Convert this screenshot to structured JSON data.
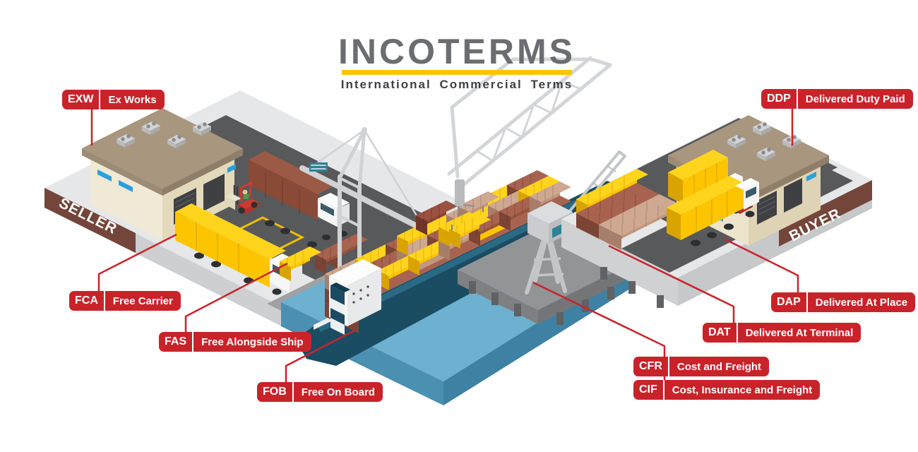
{
  "title": {
    "main": "INCOTERMS",
    "subtitle": "International Commercial Terms"
  },
  "banners": {
    "seller": "SELLER",
    "buyer": "BUYER"
  },
  "terms": [
    {
      "code": "EXW",
      "name": "Ex Works"
    },
    {
      "code": "FCA",
      "name": "Free Carrier"
    },
    {
      "code": "FAS",
      "name": "Free Alongside Ship"
    },
    {
      "code": "FOB",
      "name": "Free On Board"
    },
    {
      "code": "CFR",
      "name": "Cost and Freight"
    },
    {
      "code": "CIF",
      "name": "Cost, Insurance and Freight"
    },
    {
      "code": "DAT",
      "name": "Delivered At Terminal"
    },
    {
      "code": "DAP",
      "name": "Delivered At Place"
    },
    {
      "code": "DDP",
      "name": "Delivered Duty Paid"
    }
  ],
  "colors": {
    "accent_red": "#c9232a",
    "banner_brown": "#74453a",
    "highlight_yellow": "#fdc500",
    "title_gray": "#6c6d70",
    "water_blue": "#6db0d0"
  }
}
